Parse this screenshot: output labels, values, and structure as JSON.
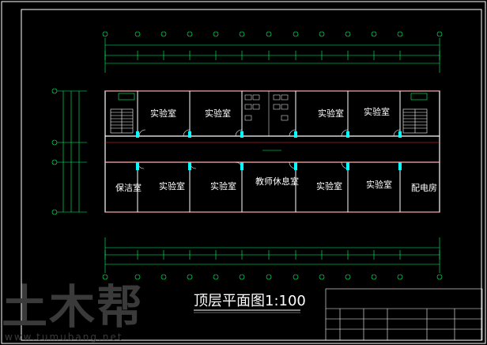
{
  "drawing": {
    "title": "顶层平面图1:100",
    "rooms_top": [
      "实验室",
      "实验室",
      "实验室",
      "实验室"
    ],
    "rooms_bottom": [
      "保洁室",
      "实验室",
      "实验室",
      "教师休息室",
      "实验室",
      "实验室",
      "配电房"
    ],
    "watermark": "土木帮",
    "watermark_url": "www.tumubang.net"
  },
  "colors": {
    "background": "#000000",
    "wall": "#ffffff",
    "axis_line": "#ff3333",
    "dimension": "#00ff66",
    "window": "#00ffff",
    "frame": "#ffffff"
  }
}
